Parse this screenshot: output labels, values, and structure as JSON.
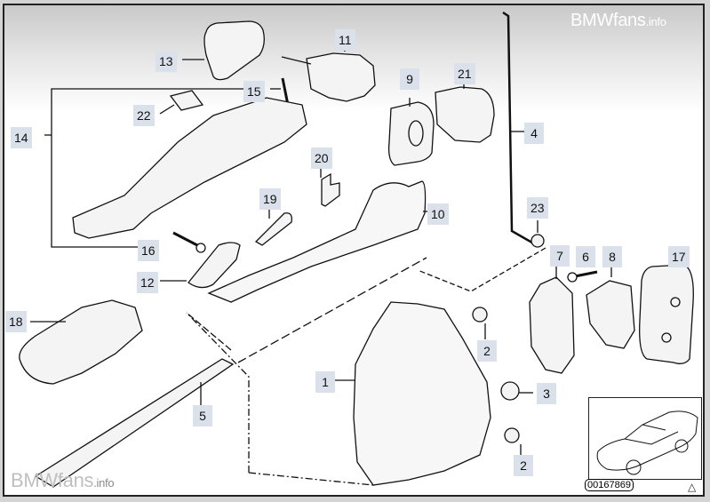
{
  "watermarks": {
    "top": {
      "brand": "BMWfans",
      "suffix": ".info"
    },
    "bottom": {
      "brand": "BMWfans",
      "suffix": ".info"
    }
  },
  "diagram": {
    "title": "Door lock and handle exploded view",
    "reference_code": "00167869",
    "nav_icon": "triangle-up-icon",
    "callouts": [
      {
        "id": "1",
        "label": "1"
      },
      {
        "id": "2a",
        "label": "2"
      },
      {
        "id": "2b",
        "label": "2"
      },
      {
        "id": "3",
        "label": "3"
      },
      {
        "id": "4",
        "label": "4"
      },
      {
        "id": "5",
        "label": "5"
      },
      {
        "id": "6",
        "label": "6"
      },
      {
        "id": "7",
        "label": "7"
      },
      {
        "id": "8",
        "label": "8"
      },
      {
        "id": "9",
        "label": "9"
      },
      {
        "id": "10",
        "label": "10"
      },
      {
        "id": "11",
        "label": "11"
      },
      {
        "id": "12",
        "label": "12"
      },
      {
        "id": "13",
        "label": "13"
      },
      {
        "id": "14",
        "label": "14"
      },
      {
        "id": "15",
        "label": "15"
      },
      {
        "id": "16",
        "label": "16"
      },
      {
        "id": "17",
        "label": "17"
      },
      {
        "id": "18",
        "label": "18"
      },
      {
        "id": "19",
        "label": "19"
      },
      {
        "id": "20",
        "label": "20"
      },
      {
        "id": "21",
        "label": "21"
      },
      {
        "id": "22",
        "label": "22"
      },
      {
        "id": "23",
        "label": "23"
      }
    ]
  },
  "colors": {
    "callout_bg": "#dbe1ea",
    "line": "#111111"
  }
}
